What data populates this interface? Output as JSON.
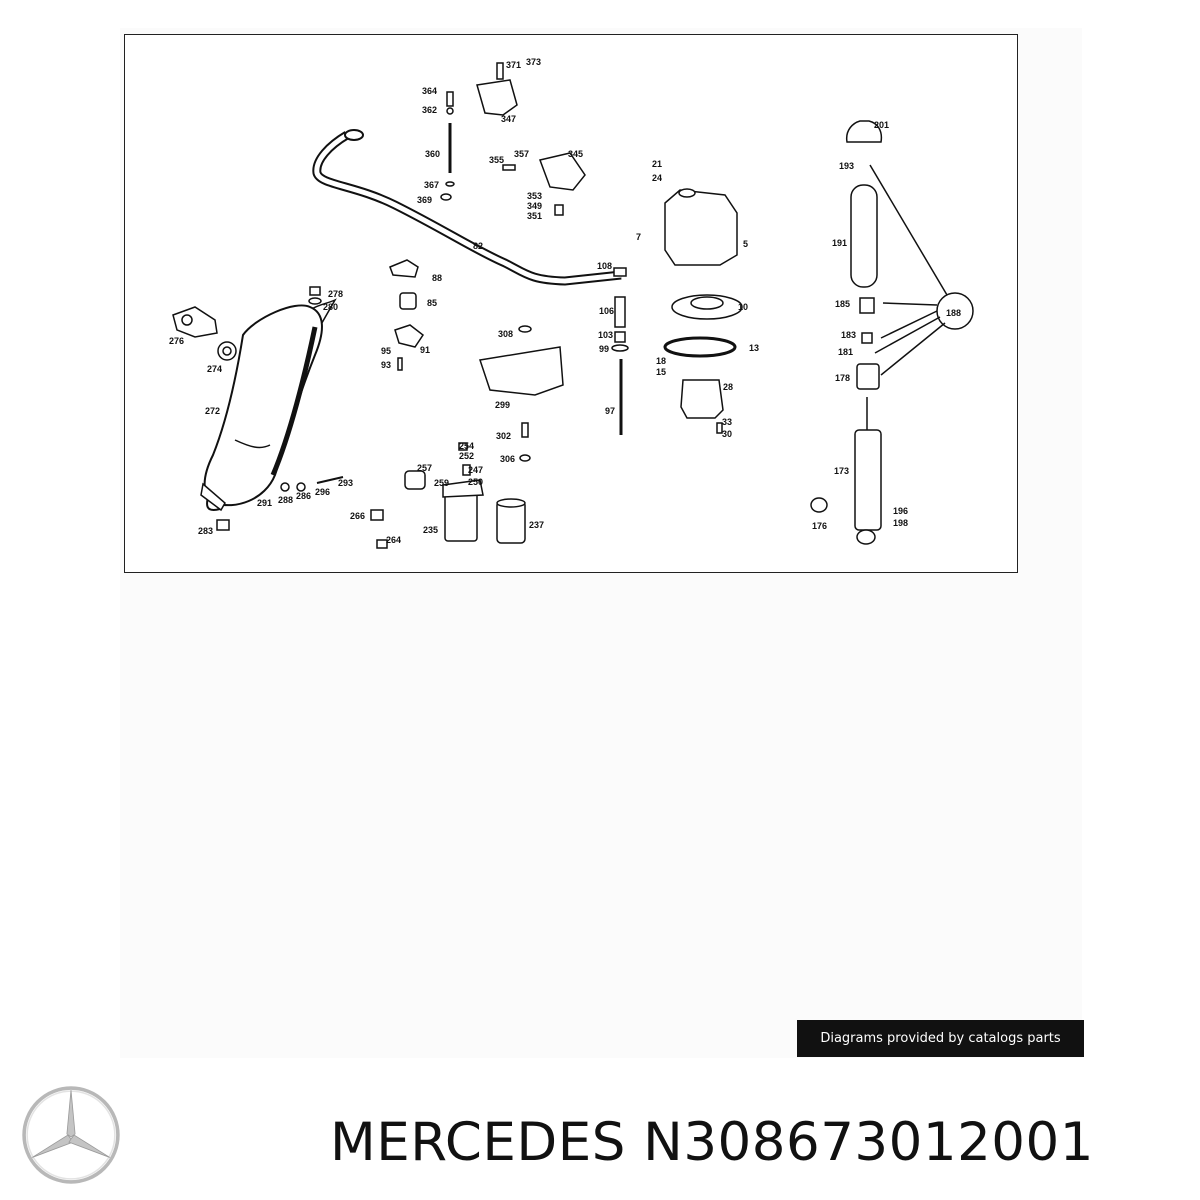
{
  "diagram": {
    "callouts": [
      "371",
      "373",
      "364",
      "362",
      "347",
      "360",
      "355",
      "357",
      "345",
      "367",
      "369",
      "353",
      "349",
      "351",
      "201",
      "193",
      "21",
      "24",
      "191",
      "7",
      "5",
      "82",
      "88",
      "108",
      "278",
      "280",
      "185",
      "188",
      "85",
      "106",
      "10",
      "276",
      "183",
      "308",
      "103",
      "99",
      "181",
      "13",
      "91",
      "95",
      "93",
      "18",
      "15",
      "178",
      "274",
      "28",
      "299",
      "272",
      "97",
      "33",
      "30",
      "302",
      "254",
      "252",
      "306",
      "247",
      "257",
      "250",
      "259",
      "293",
      "291",
      "288",
      "286",
      "296",
      "173",
      "196",
      "198",
      "266",
      "176",
      "235",
      "237",
      "283",
      "264"
    ]
  },
  "credit": "Diagrams provided by catalogs parts",
  "title": "MERCEDES N308673012001",
  "colors": {
    "ink": "#111111",
    "badge_bg": "#111111",
    "badge_text": "#ffffff"
  }
}
